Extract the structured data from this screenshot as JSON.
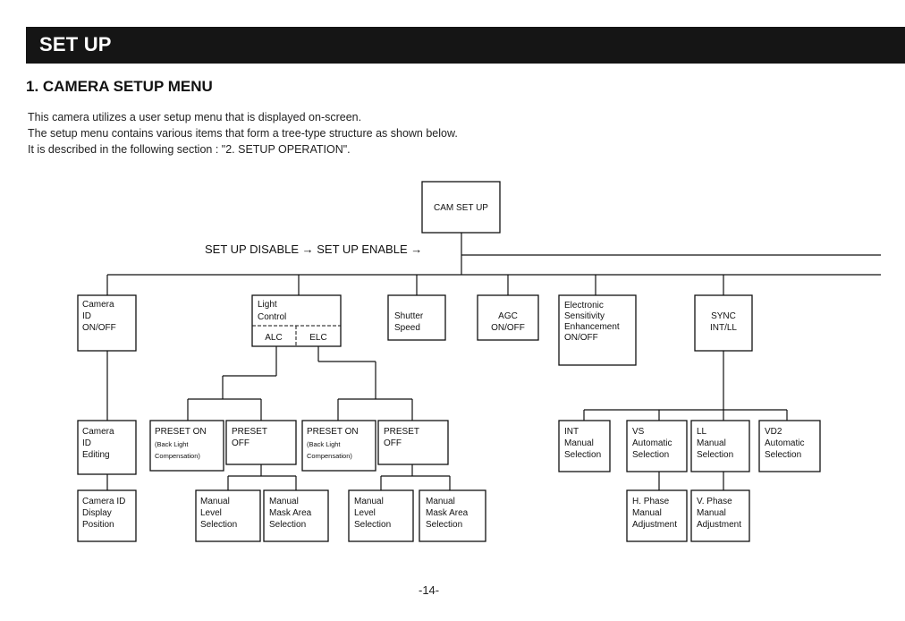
{
  "header": {
    "title": "SET UP"
  },
  "section": {
    "title": "1. CAMERA SETUP MENU",
    "intro_lines": [
      "This camera utilizes a user setup menu that is displayed on-screen.",
      "The setup menu contains various items that form a tree-type structure as shown below.",
      "It is described in the following section : \"2. SETUP OPERATION\"."
    ]
  },
  "diagram": {
    "root": "CAM SET UP",
    "path_label": "SET UP DISABLE → SET UP ENABLE →",
    "level1": {
      "camera_id": [
        "Camera",
        "ID",
        "ON/OFF"
      ],
      "light_control": [
        "Light",
        "Control"
      ],
      "light_alc": "ALC",
      "light_elc": "ELC",
      "shutter": [
        "Shutter",
        "Speed"
      ],
      "agc": [
        "AGC",
        "ON/OFF"
      ],
      "electronic": [
        "Electronic",
        "Sensitivity",
        "Enhancement",
        "ON/OFF"
      ],
      "sync": [
        "SYNC",
        "INT/LL"
      ]
    },
    "level2": {
      "camera_id_editing": [
        "Camera",
        "ID",
        "Editing"
      ],
      "alc_preset_on": [
        "PRESET ON",
        "(Back Light",
        "Compensation)"
      ],
      "alc_preset_off": [
        "PRESET",
        "OFF"
      ],
      "elc_preset_on": [
        "PRESET ON",
        "(Back Light",
        "Compensation)"
      ],
      "elc_preset_off": [
        "PRESET",
        "OFF"
      ],
      "int": [
        "INT",
        "Manual",
        "Selection"
      ],
      "vs": [
        "VS",
        "Automatic",
        "Selection"
      ],
      "ll": [
        "LL",
        "Manual",
        "Selection"
      ],
      "vd2": [
        "VD2",
        "Automatic",
        "Selection"
      ]
    },
    "level3": {
      "camera_id_position": [
        "Camera ID",
        "Display",
        "Position"
      ],
      "alc_manual_level": [
        "Manual",
        "Level",
        "Selection"
      ],
      "alc_manual_mask": [
        "Manual",
        "Mask Area",
        "Selection"
      ],
      "elc_manual_level": [
        "Manual",
        "Level",
        "Selection"
      ],
      "elc_manual_mask": [
        "Manual",
        "Mask Area",
        "Selection"
      ],
      "h_phase": [
        "H. Phase",
        "Manual",
        "Adjustment"
      ],
      "v_phase": [
        "V. Phase",
        "Manual",
        "Adjustment"
      ]
    }
  },
  "footer": {
    "page_number": "-14-"
  }
}
